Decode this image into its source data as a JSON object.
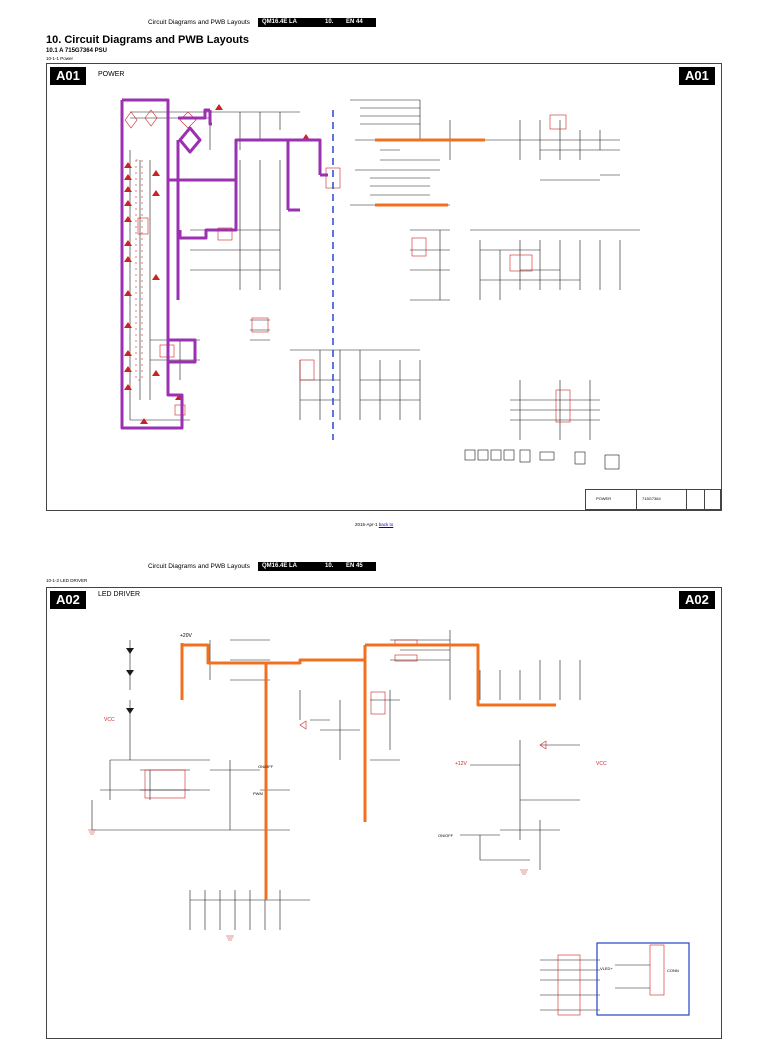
{
  "page1": {
    "header": {
      "section_title": "Circuit Diagrams and PWB Layouts",
      "model": "QM16.4E LA",
      "chapter": "10.",
      "page_no": "EN 44"
    },
    "title": "10.  Circuit Diagrams and PWB Layouts",
    "subtitle": "10.1   A 715G7364 PSU",
    "sub_sub": "10-1-1       Power",
    "frame": {
      "tag": "A01",
      "label": "POWER",
      "title_block": {
        "name": "POWER",
        "code": "715G7364"
      }
    },
    "footer": {
      "date": "2015-Apr-1",
      "link": "back to"
    }
  },
  "page2": {
    "header": {
      "section_title": "Circuit Diagrams and PWB Layouts",
      "model": "QM16.4E LA",
      "chapter": "10.",
      "page_no": "EN 45"
    },
    "sub_sub": "10-1-2       LED DRIVER",
    "frame": {
      "tag": "A02",
      "label": "LED DRIVER"
    },
    "labels": {
      "vcc": "VCC",
      "v20": "+20V",
      "v12": "+12V",
      "on_off": "ON/OFF",
      "pwm": "PWM",
      "conn": "CONN",
      "vled": "VLED+"
    }
  },
  "colors": {
    "wire": "#1a1a1a",
    "component": "#cc2222",
    "highlight_orange": "#f07020",
    "highlight_purple": "#9b30b0",
    "isolation_dash": "#3355cc",
    "connector_box": "#2244cc"
  }
}
